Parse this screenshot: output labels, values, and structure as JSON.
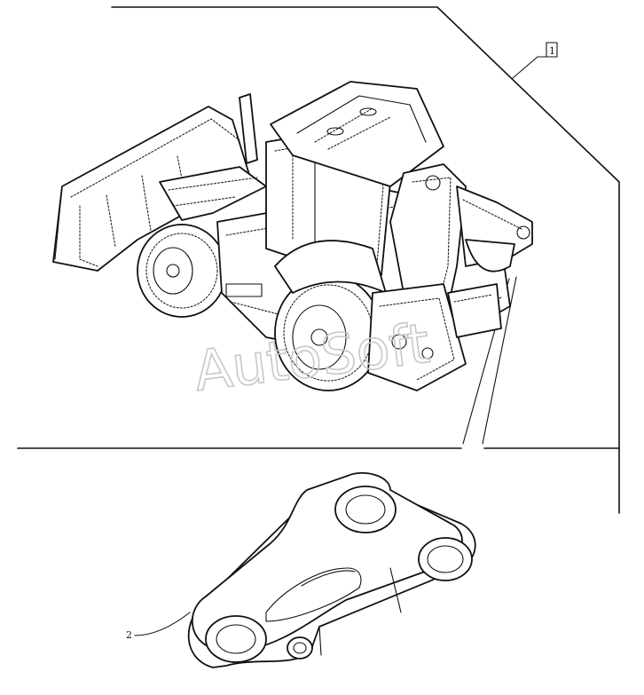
{
  "callouts": {
    "group_ref": "1",
    "part_ref": "2"
  },
  "watermark": {
    "text": "AutoSoft"
  },
  "icons": {
    "machine": "backhoe-loader-icon",
    "part": "boom-link-icon"
  }
}
